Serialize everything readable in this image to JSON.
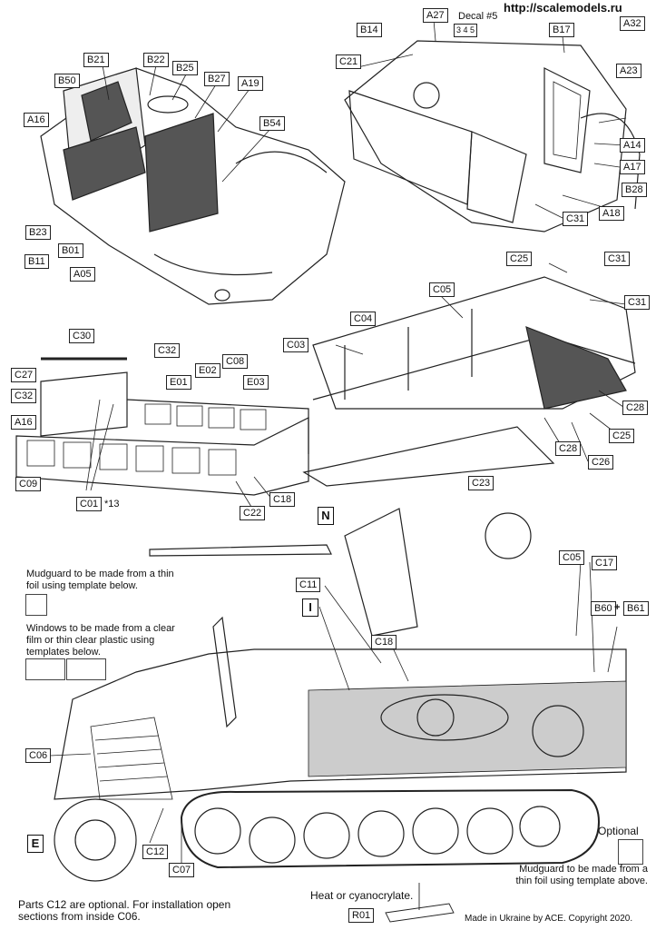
{
  "url": "http://scalemodels.ru",
  "decal": {
    "title": "Decal #5",
    "codes": "3 4 5"
  },
  "parts": [
    "A27",
    "B14",
    "B17",
    "A32",
    "C21",
    "A23",
    "A14",
    "A17",
    "B28",
    "A18",
    "C31",
    "B21",
    "B22",
    "B25",
    "B27",
    "A19",
    "B50",
    "A16",
    "B54",
    "B23",
    "B01",
    "B11",
    "A05",
    "C25",
    "C31",
    "C05",
    "C31",
    "C04",
    "C03",
    "C28",
    "C25",
    "C26",
    "C28",
    "C30",
    "C32",
    "C08",
    "E02",
    "E01",
    "E03",
    "C27",
    "C32",
    "A16",
    "C09",
    "C01",
    "C18",
    "C22",
    "C23",
    "C05",
    "C17",
    "C11",
    "B60",
    "B61",
    "C18",
    "C06",
    "C12",
    "C07",
    "R01"
  ],
  "callouts": [
    "N",
    "I",
    "E"
  ],
  "notes": {
    "mudguard_top": "Mudguard to be made from a thin foil using template below.",
    "windows": "Windows to be made from a clear film or thin clear plastic using templates below.",
    "optional": "Optional",
    "mudguard_bottom": "Mudguard to be made from a thin foil using template above.",
    "c12": "Parts C12 are optional. For installation open sections from inside C06.",
    "glue": "Heat or cyanocrylate.",
    "qty": "*13",
    "plus": "+",
    "made": "Made in Ukraine by ACE. Copyright 2020."
  }
}
